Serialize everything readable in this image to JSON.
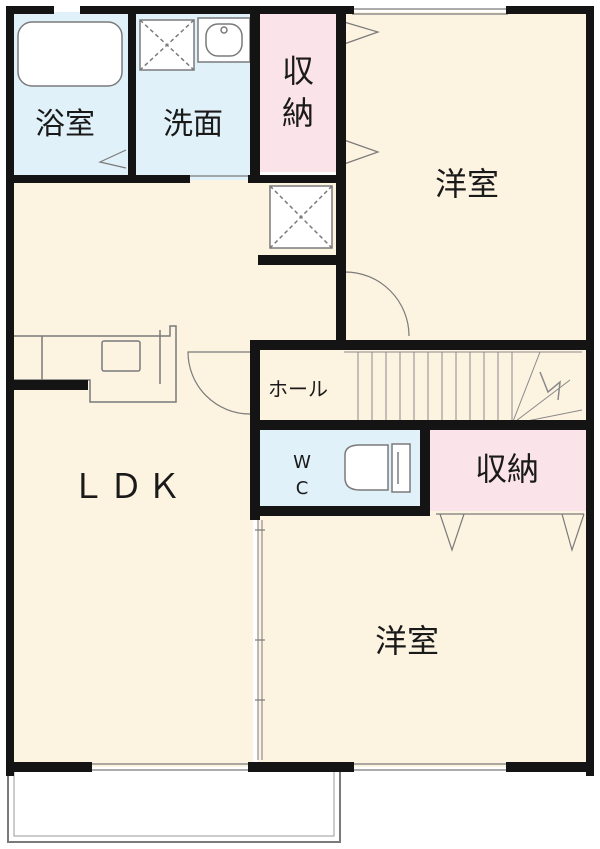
{
  "rooms": {
    "bath": "浴室",
    "washroom": "洗面",
    "storage_top": "収納",
    "western_top": "洋室",
    "hall": "ホール",
    "wc_w": "W",
    "wc_c": "C",
    "storage_mid": "収納",
    "ldk": "ＬＤＫ",
    "western_bottom": "洋室"
  },
  "colors": {
    "room_fill": "#fdf3e1",
    "wet_fill": "#e1f1f9",
    "storage_fill": "#fbe3ea",
    "wall": "#141414",
    "fixture_line": "#7a7a7a"
  }
}
